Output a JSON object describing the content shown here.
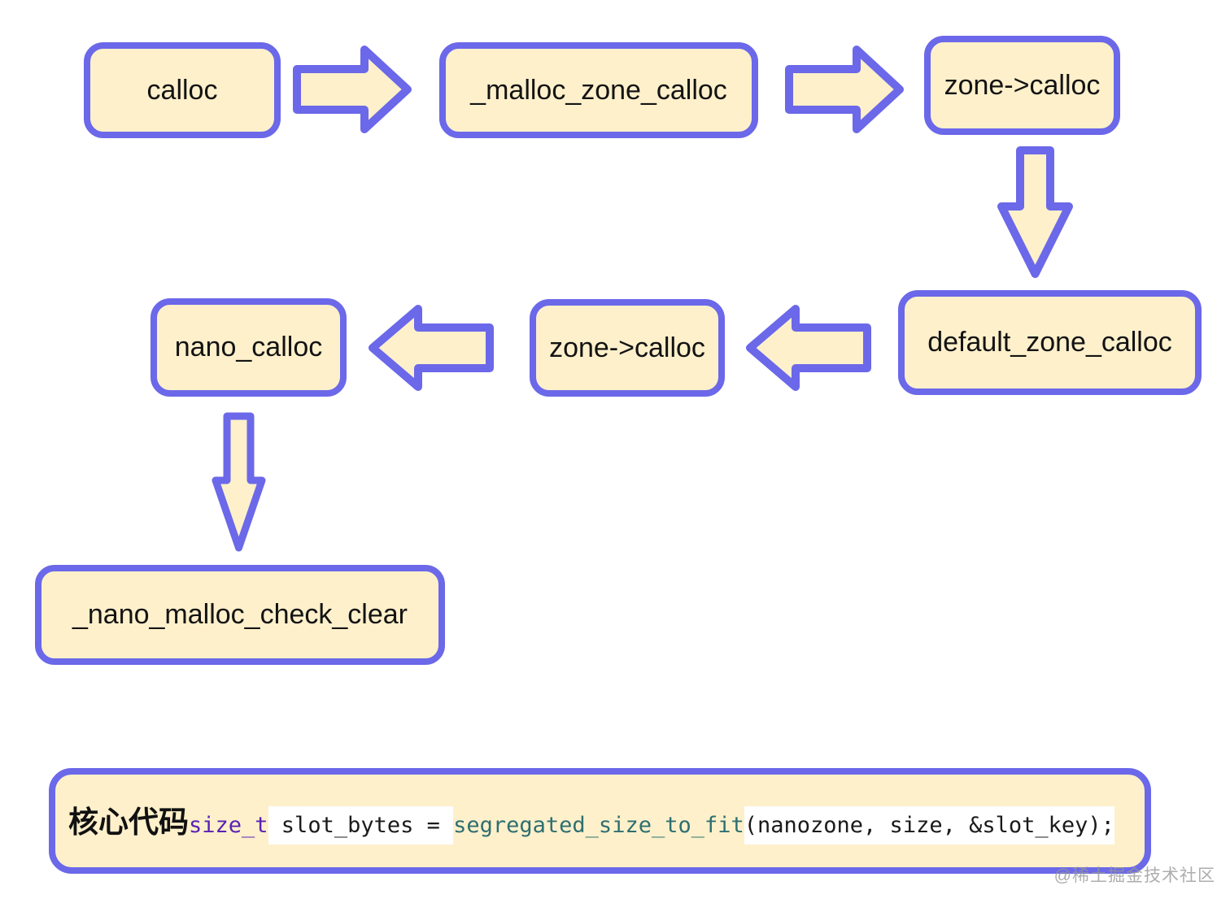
{
  "colors": {
    "node_border": "#6b68e9",
    "node_fill": "#fdf0cb",
    "label_text": "#131313",
    "code_keyword": "#5a21b5",
    "code_function": "#2e6f70",
    "code_highlight_bg": "#ffffff",
    "watermark_text": "#969696"
  },
  "flowchart": {
    "nodes": {
      "calloc": "calloc",
      "malloc_zone_calloc": "_malloc_zone_calloc",
      "zone_calloc_top": "zone->calloc",
      "default_zone_calloc": "default_zone_calloc",
      "zone_calloc_mid": "zone->calloc",
      "nano_calloc": "nano_calloc",
      "nano_malloc_check_clear": "_nano_malloc_check_clear"
    },
    "edges": [
      {
        "from": "calloc",
        "to": "_malloc_zone_calloc",
        "direction": "right"
      },
      {
        "from": "_malloc_zone_calloc",
        "to": "zone->calloc",
        "direction": "right"
      },
      {
        "from": "zone->calloc",
        "to": "default_zone_calloc",
        "direction": "down"
      },
      {
        "from": "default_zone_calloc",
        "to": "zone->calloc",
        "direction": "left"
      },
      {
        "from": "zone->calloc",
        "to": "nano_calloc",
        "direction": "left"
      },
      {
        "from": "nano_calloc",
        "to": "_nano_malloc_check_clear",
        "direction": "down"
      }
    ]
  },
  "code_panel": {
    "title": "核心代码",
    "keyword": "size_t",
    "assignment": " slot_bytes = ",
    "function_name": "segregated_size_to_fit",
    "arguments": "(nanozone, size, &slot_key);"
  },
  "watermark": "@稀土掘金技术社区"
}
